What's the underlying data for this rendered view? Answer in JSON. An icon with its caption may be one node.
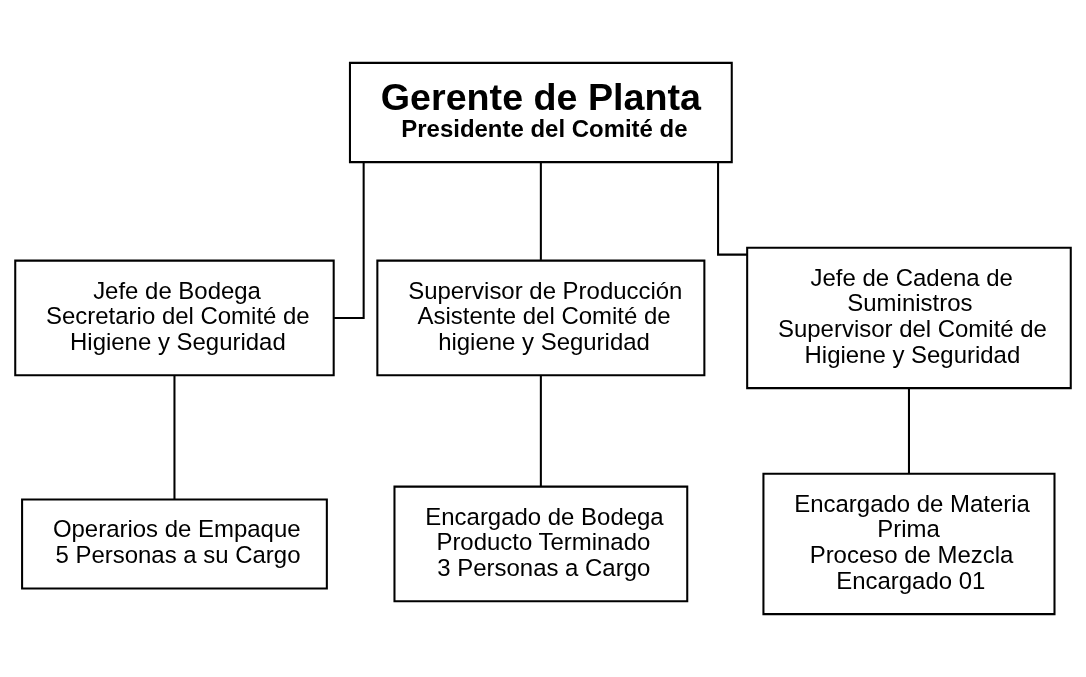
{
  "diagram": {
    "nodes": [
      {
        "text": [
          "Gerente de Planta",
          "Presidente del Comité de"
        ]
      },
      {
        "text": [
          "Jefe de Bodega",
          "Secretario del Comité de Higiene y Seguridad"
        ]
      },
      {
        "text": [
          "Supervisor de Producción",
          "Asistente del Comité de higiene y Seguridad"
        ]
      },
      {
        "text": [
          "Jefe de Cadena de Suministros",
          "Supervisor del Comité de Higiene y Seguridad"
        ]
      },
      {
        "text": [
          "Operarios de Empaque",
          "5 Personas a su Cargo"
        ]
      },
      {
        "text": [
          "Encargado de Bodega",
          "Producto Terminado",
          "3 Personas a Cargo"
        ]
      },
      {
        "text": [
          "Encargado de Materia Prima",
          "Proceso de Mezcla",
          "Encargado 01"
        ]
      }
    ],
    "edges": [
      {
        "from": 0,
        "to": 1,
        "arrow": "none"
      },
      {
        "from": 0,
        "to": 2,
        "arrow": "none"
      },
      {
        "from": 0,
        "to": 3,
        "arrow": "none"
      },
      {
        "from": 1,
        "to": 4,
        "arrow": "none"
      },
      {
        "from": 2,
        "to": 5,
        "arrow": "none"
      },
      {
        "from": 3,
        "to": 6,
        "arrow": "none"
      }
    ]
  }
}
